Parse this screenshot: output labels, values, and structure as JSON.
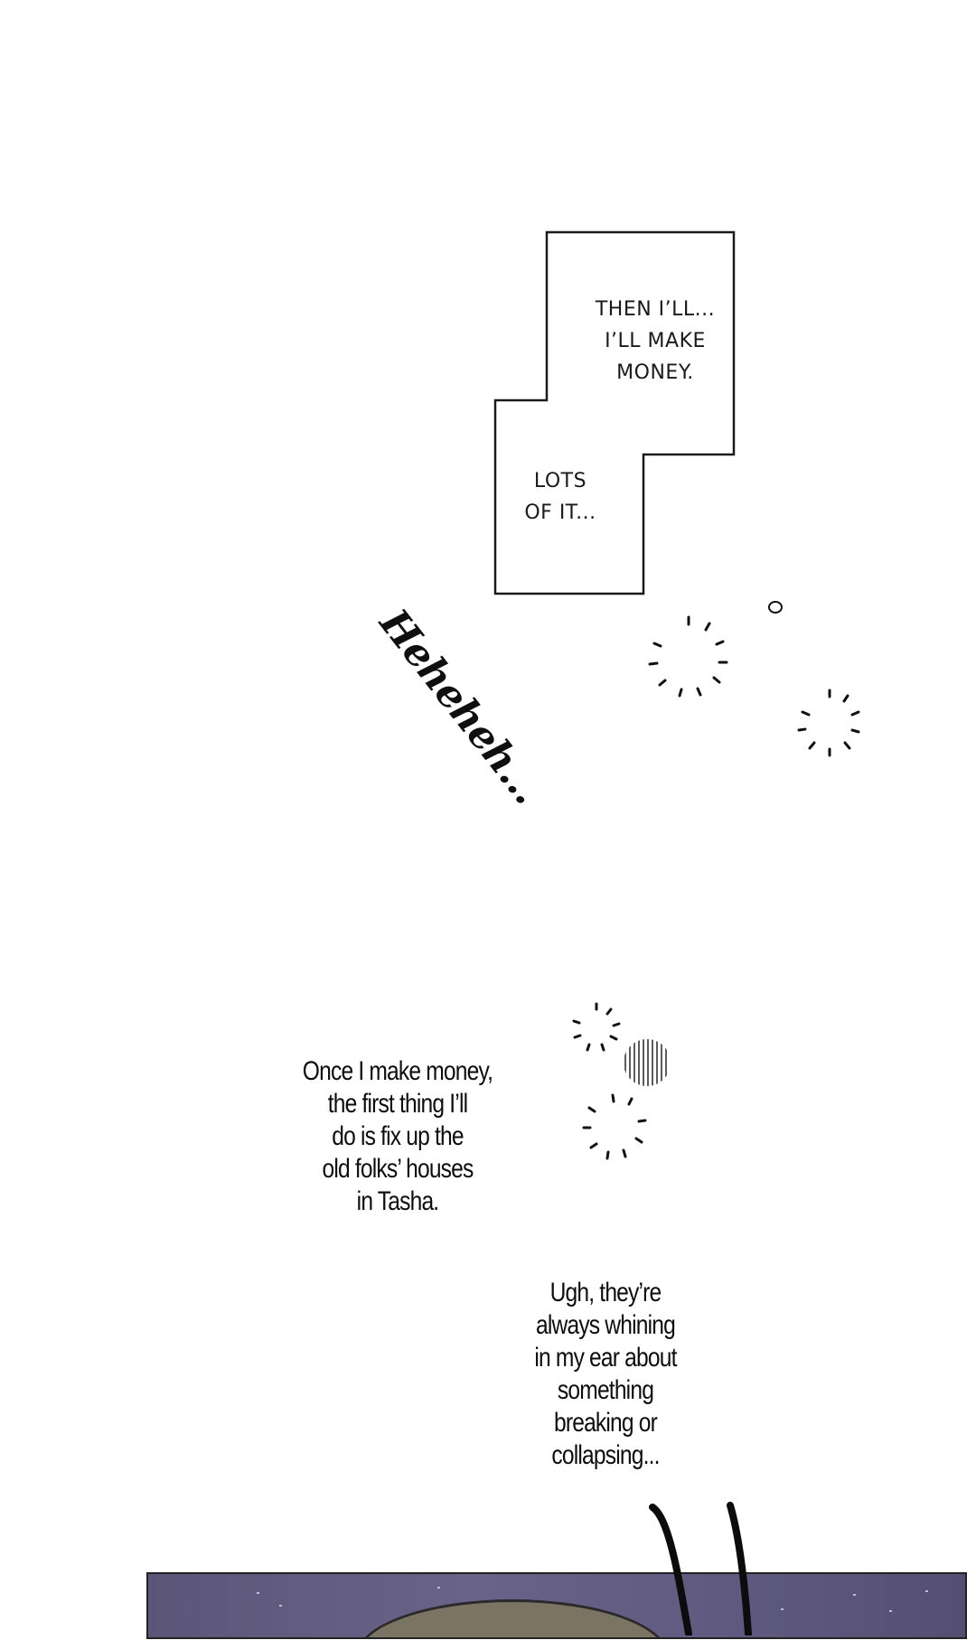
{
  "narration": {
    "upper_text": "THEN I’LL...\nI’LL MAKE\nMONEY.",
    "lower_text": "LOTS\nOF IT..."
  },
  "sfx": {
    "text": "Heheheh..."
  },
  "speech_one": {
    "text": "Once I make money,\nthe first thing I’ll\ndo is fix up the\nold folks’ houses\nin Tasha."
  },
  "speech_two": {
    "text": "Ugh, they’re\nalways whining\nin my ear about\nsomething\nbreaking or\ncollapsing..."
  },
  "colors": {
    "panel_sky": "#5f5a80",
    "ink": "#111111"
  }
}
